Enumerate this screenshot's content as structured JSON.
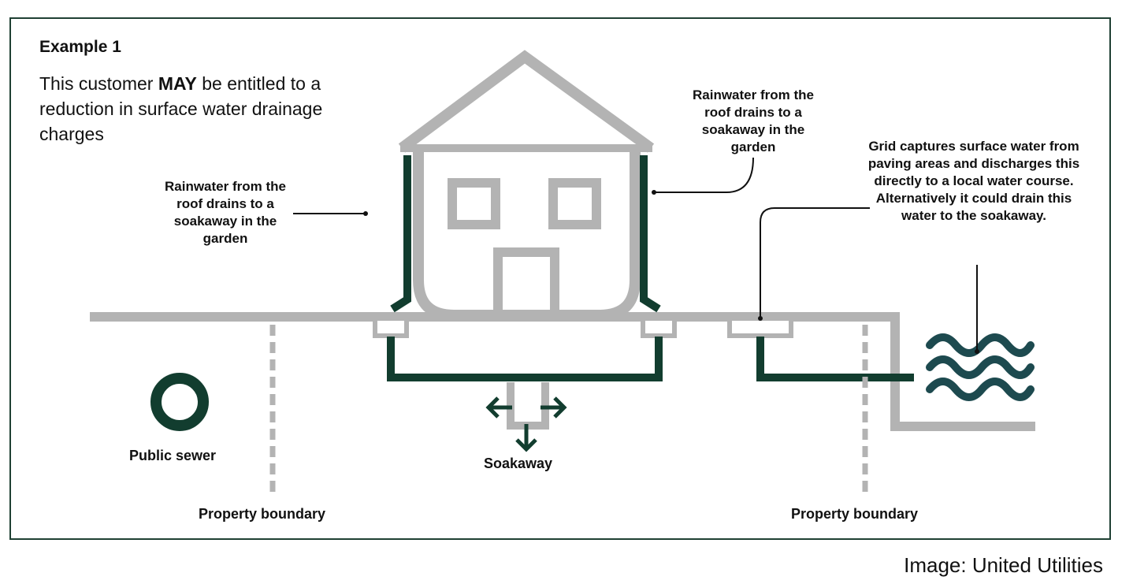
{
  "heading": "Example 1",
  "description": {
    "part1": "This customer ",
    "emphasis": "MAY",
    "part2": " be entitled to a reduction in surface water drainage charges"
  },
  "callouts": {
    "left": "Rainwater from the roof drains to a soakaway in the garden",
    "right": "Rainwater from the roof drains to a soakaway in the garden",
    "grid": "Grid captures surface water from paving areas and discharges this directly to a local water course. Alternatively it could drain this water to the soakaway."
  },
  "labels": {
    "public_sewer": "Public sewer",
    "soakaway": "Soakaway",
    "property_boundary_left": "Property boundary",
    "property_boundary_right": "Property boundary"
  },
  "credit": "Image: United Utilities",
  "colors": {
    "structure_grey": "#b3b3b3",
    "pipe_green": "#123d2f",
    "water_teal": "#1d4a4f",
    "frame": "#1f4033"
  }
}
